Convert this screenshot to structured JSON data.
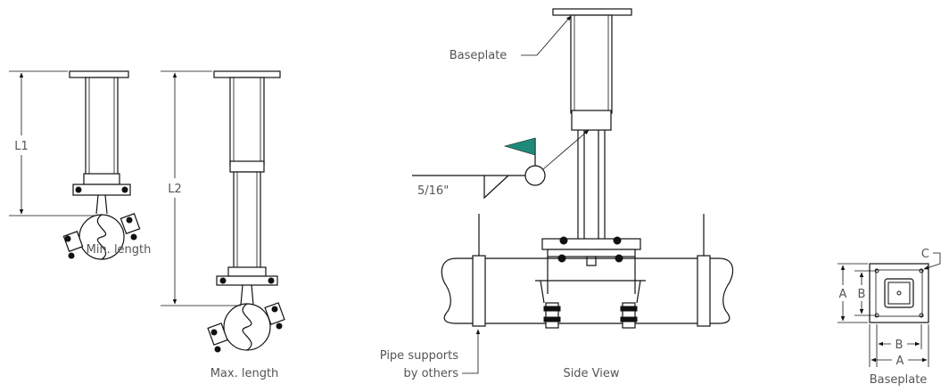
{
  "labels": {
    "l1": "L1",
    "l2": "L2",
    "min_length": "Min. length",
    "max_length": "Max. length",
    "baseplate_top": "Baseplate",
    "weld_size": "5/16\"",
    "pipe_supports_1": "Pipe supports",
    "pipe_supports_2": "by others",
    "side_view": "Side View",
    "dim_a_vertical": "A",
    "dim_b_vertical": "B",
    "dim_c": "C",
    "dim_b_horizontal": "B",
    "dim_a_horizontal": "A",
    "baseplate_bottom": "Baseplate"
  },
  "colors": {
    "flag": "#1f8a7a",
    "line": "#111111",
    "label": "#555555"
  },
  "icons": {
    "weld_flag": "weld-flag-icon",
    "clamp": "pipe-clamp-icon"
  }
}
